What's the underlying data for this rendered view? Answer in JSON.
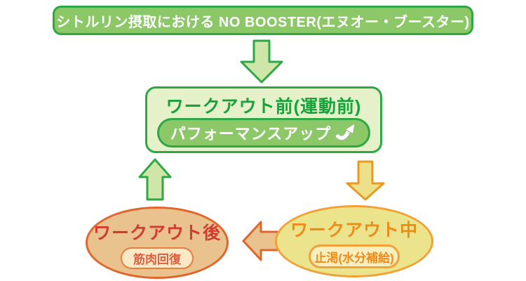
{
  "colors": {
    "green_fill": "#8cc768",
    "green_border": "#2ea844",
    "pale_green_fill": "#e4f1c9",
    "arrow_green_fill": "#cfe6a9",
    "green_text": "#18a23b",
    "orange_border": "#f0a238",
    "yellow_fill": "#ebe48d",
    "pale_yellow_fill": "#f9eebe",
    "orange_text": "#ee8c17",
    "yellow_arrow_fill": "#ece08a",
    "yellow_arrow_border": "#e8991f",
    "tan_fill": "#e9c28e",
    "red_border": "#e0662c",
    "red_text": "#d23b30",
    "cream_fill": "#fbe9c5",
    "cream_border": "#e57e3f",
    "cream_text": "#dc5f43",
    "icon_outline": "#9bbf86"
  },
  "banner": {
    "label": "シトルリン摂取における NO BOOSTER(エヌオー・ブースター)"
  },
  "nodes": {
    "pre_workout": {
      "title": "ワークアウト前(運動前)",
      "benefit": "パフォーマンスアップ",
      "icon": "up-right-arrow-icon"
    },
    "during_workout": {
      "title": "ワークアウト中",
      "benefit": "止渇(水分補給)"
    },
    "post_workout": {
      "title": "ワークアウト後",
      "benefit": "筋肉回復"
    }
  },
  "arrows": [
    {
      "name": "banner-to-pre",
      "direction": "down",
      "color_style": "green"
    },
    {
      "name": "pre-to-during",
      "direction": "down",
      "color_style": "orange"
    },
    {
      "name": "during-to-post",
      "direction": "left",
      "color_style": "orange"
    },
    {
      "name": "post-to-pre",
      "direction": "up",
      "color_style": "green"
    }
  ]
}
